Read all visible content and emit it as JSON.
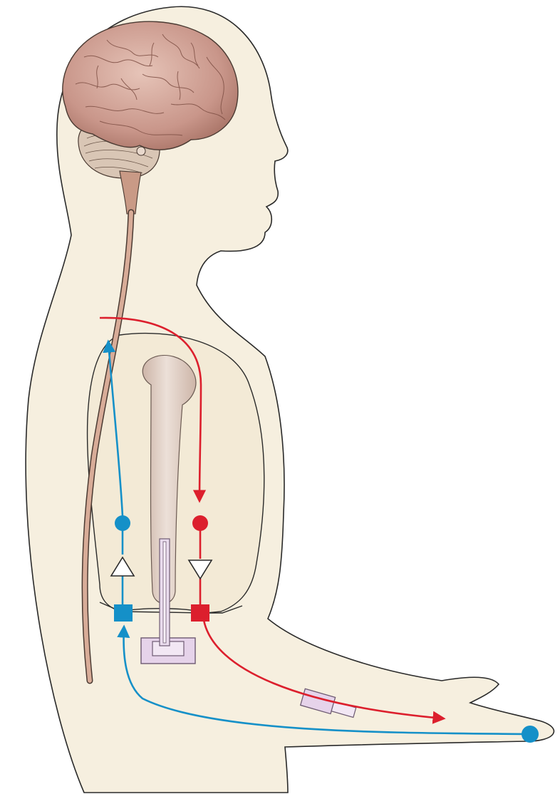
{
  "colors": {
    "background": "#ffffff",
    "skin": "#f6efdf",
    "outline": "#2a2a2a",
    "brain": "#c9968a",
    "brain_dark": "#9c6a5e",
    "cerebellum": "#d9c6b5",
    "spinal_cord": "#c99a86",
    "bone": "#e3d2c8",
    "bone_shadow": "#cdb5a8",
    "device": "#e6d3ea",
    "device_outline": "#6d5a72",
    "afferent_blue": "#1590c8",
    "efferent_red": "#dc1f2d"
  },
  "icons": {
    "brain": "brain-icon",
    "spinal_cord": "spinal-cord-icon",
    "sensor": "sensor-circle-icon",
    "amplifier": "amplifier-triangle-icon",
    "junction": "junction-square-icon",
    "stimulator": "stimulator-box-icon"
  },
  "pathways": {
    "afferent": {
      "color": "blue",
      "direction": "hand-to-spinal-cord"
    },
    "efferent": {
      "color": "red",
      "direction": "spinal-cord-to-hand"
    }
  }
}
